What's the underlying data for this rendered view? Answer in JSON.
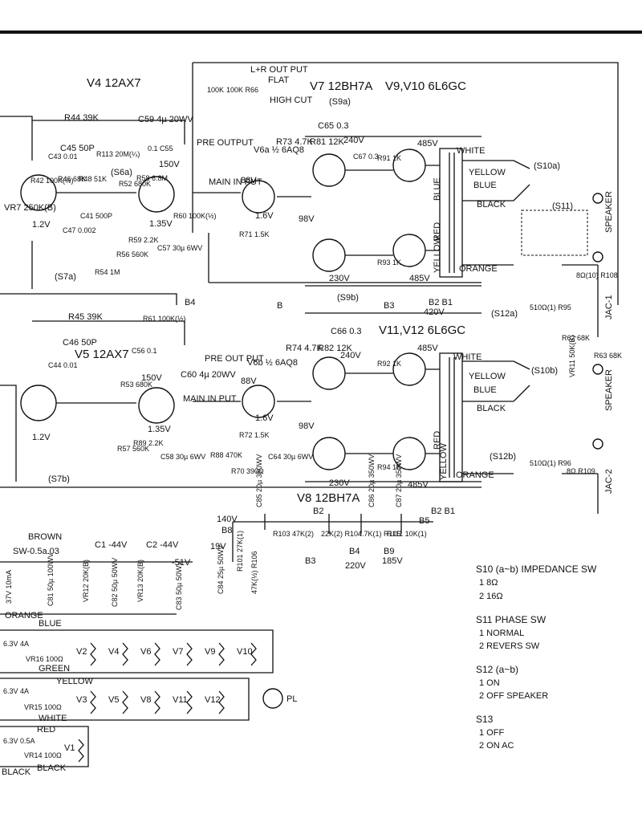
{
  "tubes": {
    "v4": "V4 12AX7",
    "v7": "V7 12BH7A",
    "v9v10": "V9,V10 6L6GC",
    "v6a": "V6a ½ 6AQ8",
    "v5": "V5 12AX7",
    "v6b": "V6b ½ 6AQ8",
    "v11v12": "V11,V12 6L6GC",
    "v8": "V8 12BH7A"
  },
  "output": {
    "lr": "L+R OUT PUT",
    "flat": "FLAT",
    "highcut": "HIGH CUT"
  },
  "labels": {
    "pre_output_top": "PRE OUTPUT",
    "pre_output_bottom": "PRE OUT PUT",
    "main_input": "MAIN IN PUT",
    "speaker": "SPEAKER",
    "jac1": "JAC-1",
    "jac2": "JAC-2",
    "white": "WHITE",
    "yellow": "YELLOW",
    "blue": "BLUE",
    "black": "BLACK",
    "red": "RED",
    "orange": "ORANGE",
    "green": "GREEN",
    "brown": "BROWN",
    "sw": "SW-0.5a.03",
    "pl": "PL"
  },
  "voltages": {
    "v485": "485V",
    "v420": "420V",
    "v240": "240V",
    "v230": "230V",
    "v150": "150V",
    "v135": "1.35V",
    "v12": "1.2V",
    "v16": "1.6V",
    "v88": "88V",
    "v98": "98V",
    "v140": "140V",
    "v19": "19V",
    "v220": "220V",
    "v185": "185V",
    "c1": "C1 -44V",
    "c2": "C2 -44V",
    "m51": "-51V"
  },
  "components": {
    "r44": "R44 39K",
    "c45": "C45 50P",
    "r42": "R42 100K(½)",
    "c43": "C43 0.01",
    "r113": "R113 20M(¼)",
    "r46": "R46 68K",
    "r48": "R48 51K",
    "r52": "R52 680K",
    "c47": "C47 0.002",
    "c41": "C41 500P",
    "r54": "R54 1M",
    "r56": "R56 560K",
    "c59": "C59 4µ 20WV",
    "c55": "0.1 C55",
    "r58": "R58 6.8M",
    "r60": "R60 100K(½)",
    "r59": "R59 2.2K",
    "c57": "C57 30µ 6WV",
    "r45": "R45 39K",
    "c46": "C46 50P",
    "c44": "C44 0.01",
    "r61": "R61 100K(½)",
    "c56": "C56 0.1",
    "c60": "C60 4µ 20WV",
    "r53": "R53 680K",
    "r57": "R57 560K",
    "r89": "R89 2.2K",
    "c58": "C58 30µ 6WV",
    "r65": "100K",
    "r66": "100K R66",
    "r73": "R73 4.7K",
    "r81": "R81 12K",
    "c65": "C65 0.3",
    "c67": "C67 0.3",
    "r91": "R91 1K",
    "r93": "R93 1K",
    "r71": "R71 1.5K",
    "r95": "510Ω(1) R95",
    "r108": "8Ω(10) R108",
    "r62": "R62 68K",
    "r63": "R63 68K",
    "r74": "R74 4.7K",
    "r82": "R82 12K",
    "c66": "C66 0.3",
    "r72": "R72 1.5K",
    "r70": "R70 390Ω",
    "r88": "R88 470K",
    "c64": "C64 30µ 6WV",
    "r92": "R92 1K",
    "r94": "R94 1K",
    "r96": "510Ω(1) R96",
    "r109": "8Ω R109",
    "vr11": "VR11 50K(B)",
    "b": "B",
    "b4": "B4",
    "b3": "B3",
    "b2b1": "B2 B1",
    "b5": "B5",
    "b8": "B8",
    "b9": "B9",
    "r103": "R103 47K(2)",
    "r104": "22K(2) R104",
    "r105": "4.7K(1) R105",
    "r111": "R111 10K(1)",
    "c85": "C85 20µ 350WV",
    "c86": "C86 20µ 350WV",
    "c87": "C87 20µ 350WV",
    "r101": "R101 27K(1)",
    "r106": "47K(½) R106",
    "c84": "C84 25µ 50WV",
    "c81": "C81 50µ 100WV",
    "vr12": "VR12 20K(B)",
    "c82": "C82 50µ 50WV",
    "vr13": "VR13 20K(B)",
    "c83": "C83 50µ 50WV",
    "r37": "37V 10mA",
    "vr16": "VR16 100Ω",
    "vr15": "VR15 100Ω",
    "vr14": "VR14 100Ω",
    "a4a": "6.3V 4A",
    "a4b": "6.3V 4A",
    "a05": "6.3V 0.5A"
  },
  "switches": {
    "s9a": "(S9a)",
    "s9b": "(S9b)",
    "s6a": "(S6a)",
    "s7a": "(S7a)",
    "s7b": "(S7b)",
    "s10a": "(S10a)",
    "s10b": "(S10b)",
    "s11": "(S11)",
    "s12a": "(S12a)",
    "s12b": "(S12b)"
  },
  "heaters": {
    "row1": [
      "V2",
      "V4",
      "V6",
      "V7",
      "V9",
      "V10"
    ],
    "row2": [
      "V3",
      "V5",
      "V8",
      "V11",
      "V12"
    ],
    "row3": [
      "V1"
    ]
  },
  "legend": {
    "s10": {
      "title": "S10 (a~b) IMPEDANCE SW",
      "items": [
        "1  8Ω",
        "2  16Ω"
      ]
    },
    "s11": {
      "title": "S11  PHASE SW",
      "items": [
        "1  NORMAL",
        "2  REVERS SW"
      ]
    },
    "s12": {
      "title": "S12 (a~b)",
      "items": [
        "1  ON",
        "2  OFF SPEAKER"
      ]
    },
    "s13": {
      "title": "S13",
      "items": [
        "1  OFF",
        "2  ON AC"
      ]
    }
  }
}
